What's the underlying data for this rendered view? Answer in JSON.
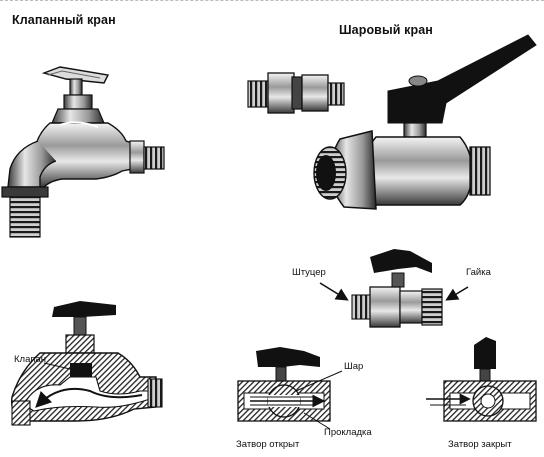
{
  "titles": {
    "valve_tap": "Клапанный кран",
    "ball_valve": "Шаровый кран"
  },
  "labels": {
    "valve": "Клапан",
    "fitting": "Штуцер",
    "nut": "Гайка",
    "ball": "Шар",
    "gasket": "Прокладка",
    "gate_open": "Затвор открыт",
    "gate_closed": "Затвор закрыт"
  },
  "colors": {
    "ink": "#111111",
    "metal_light": "#d8d8d8",
    "metal_mid": "#8a8a8a",
    "metal_dark": "#2a2a2a",
    "paper": "#ffffff"
  }
}
